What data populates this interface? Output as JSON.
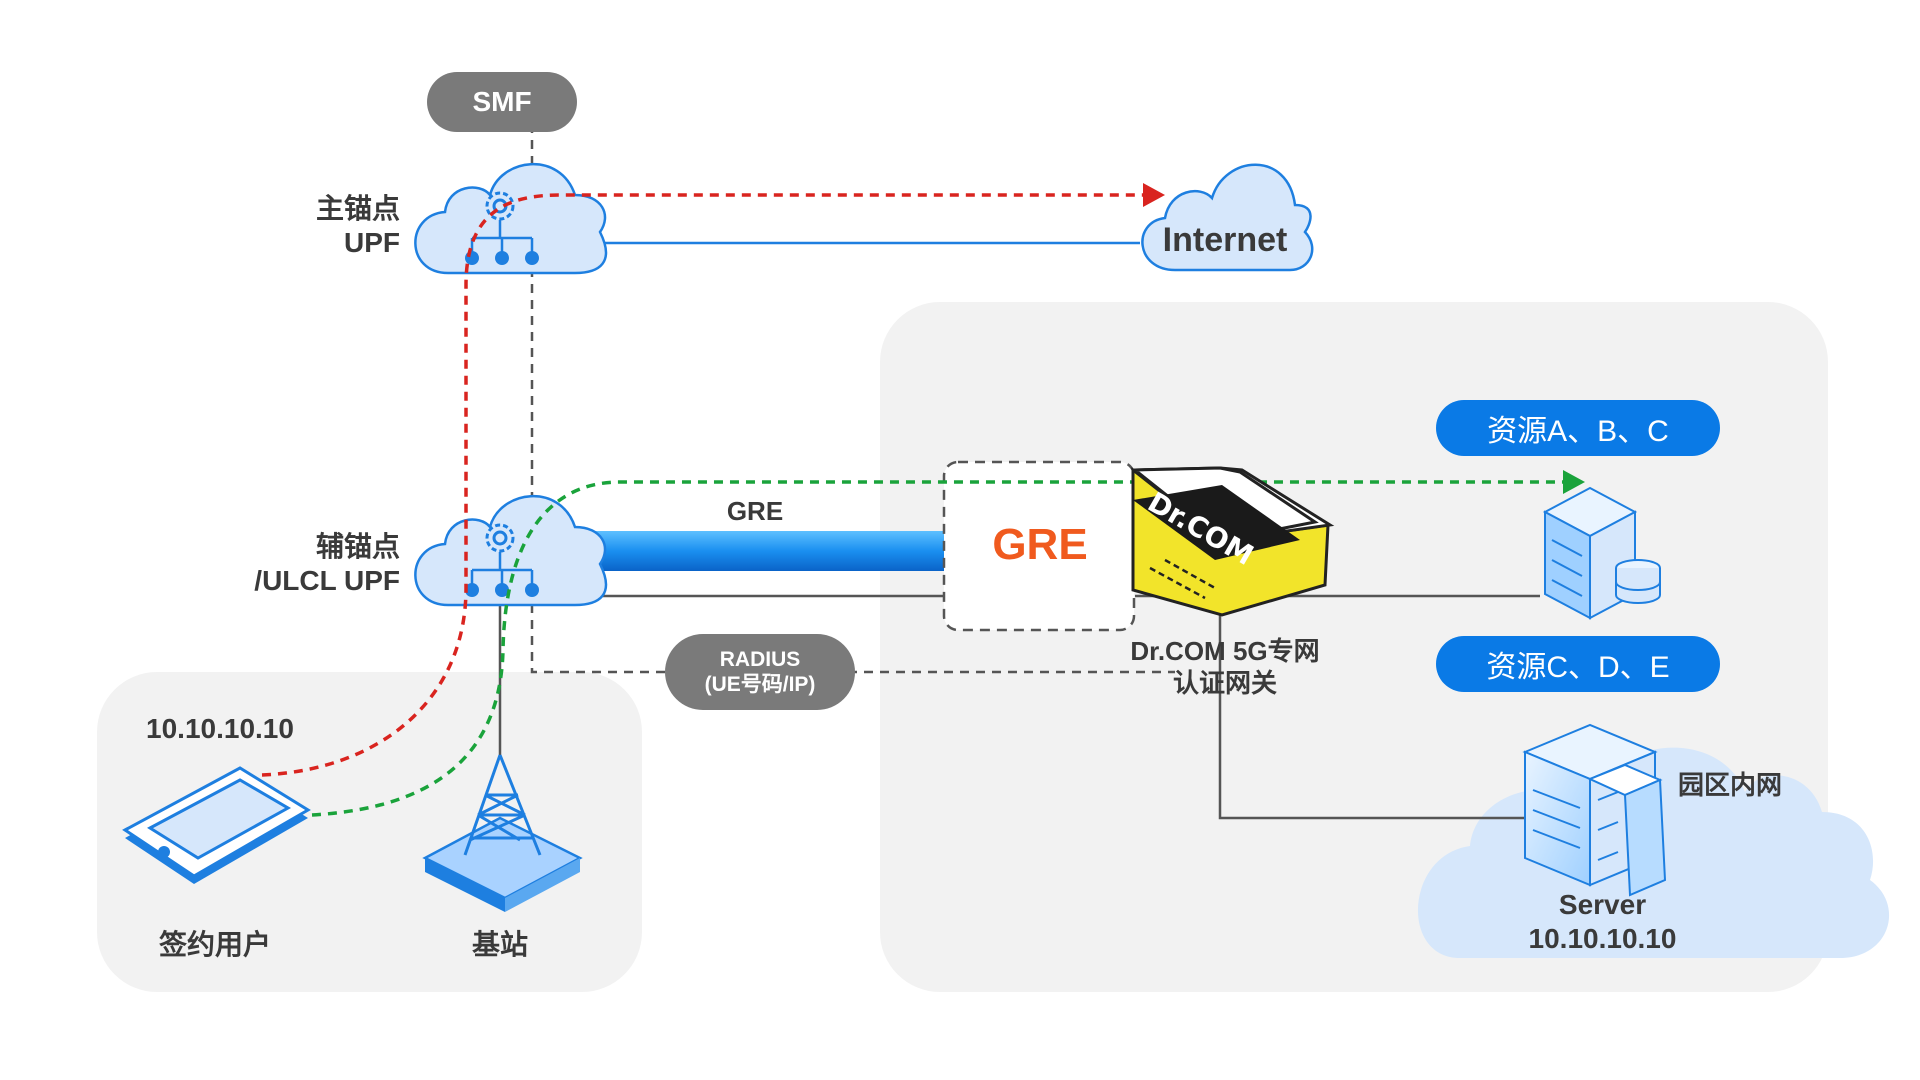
{
  "nodes": {
    "smf": "SMF",
    "main_upf": {
      "line1": "主锚点",
      "line2": "UPF"
    },
    "internet": "Internet",
    "aux_upf": {
      "line1": "辅锚点",
      "line2": "/ULCL UPF"
    },
    "gre_tunnel": "GRE",
    "gre_box": "GRE",
    "radius": {
      "line1": "RADIUS",
      "line2": "(UE号码/IP)"
    },
    "gateway": {
      "line1": "Dr.COM 5G专网",
      "line2": "认证网关",
      "logo": "Dr.COM"
    },
    "resources_top": "资源A、B、C",
    "resources_bottom": "资源C、D、E",
    "campus": "园区内网",
    "server": {
      "line1": "Server",
      "line2": "10.10.10.10"
    },
    "user_ip": "10.10.10.10",
    "user": "签约用户",
    "base_station": "基站"
  },
  "colors": {
    "red_path": "#d9241f",
    "green_path": "#1aa33b",
    "blue_accent": "#0a7ae6",
    "cloud_fill": "#d6e7fb",
    "cloud_stroke": "#1e7fe0",
    "panel_bg": "#f2f2f2",
    "gre_text": "#f05a1e"
  },
  "icons": [
    "gear-icon",
    "cloud-icon",
    "phone-icon",
    "tower-icon",
    "router-icon",
    "server-icon",
    "database-icon"
  ]
}
